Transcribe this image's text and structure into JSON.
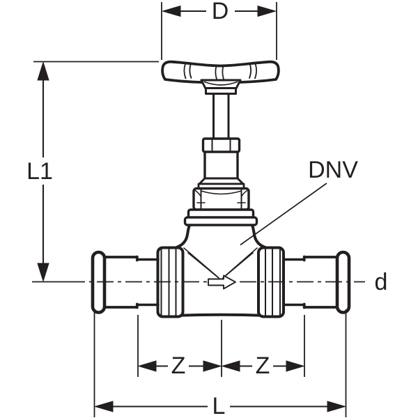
{
  "title": "Stop valve with handwheel - dimensional technical drawing",
  "colors": {
    "line": "#231f20",
    "background": "#ffffff"
  },
  "dimension_labels": {
    "handwheel_diameter": "D",
    "height_centerline_to_top": "L1",
    "valve_designation": "DNV",
    "pipe_diameter": "d",
    "z_left": "Z",
    "z_right": "Z",
    "overall_length": "L"
  }
}
